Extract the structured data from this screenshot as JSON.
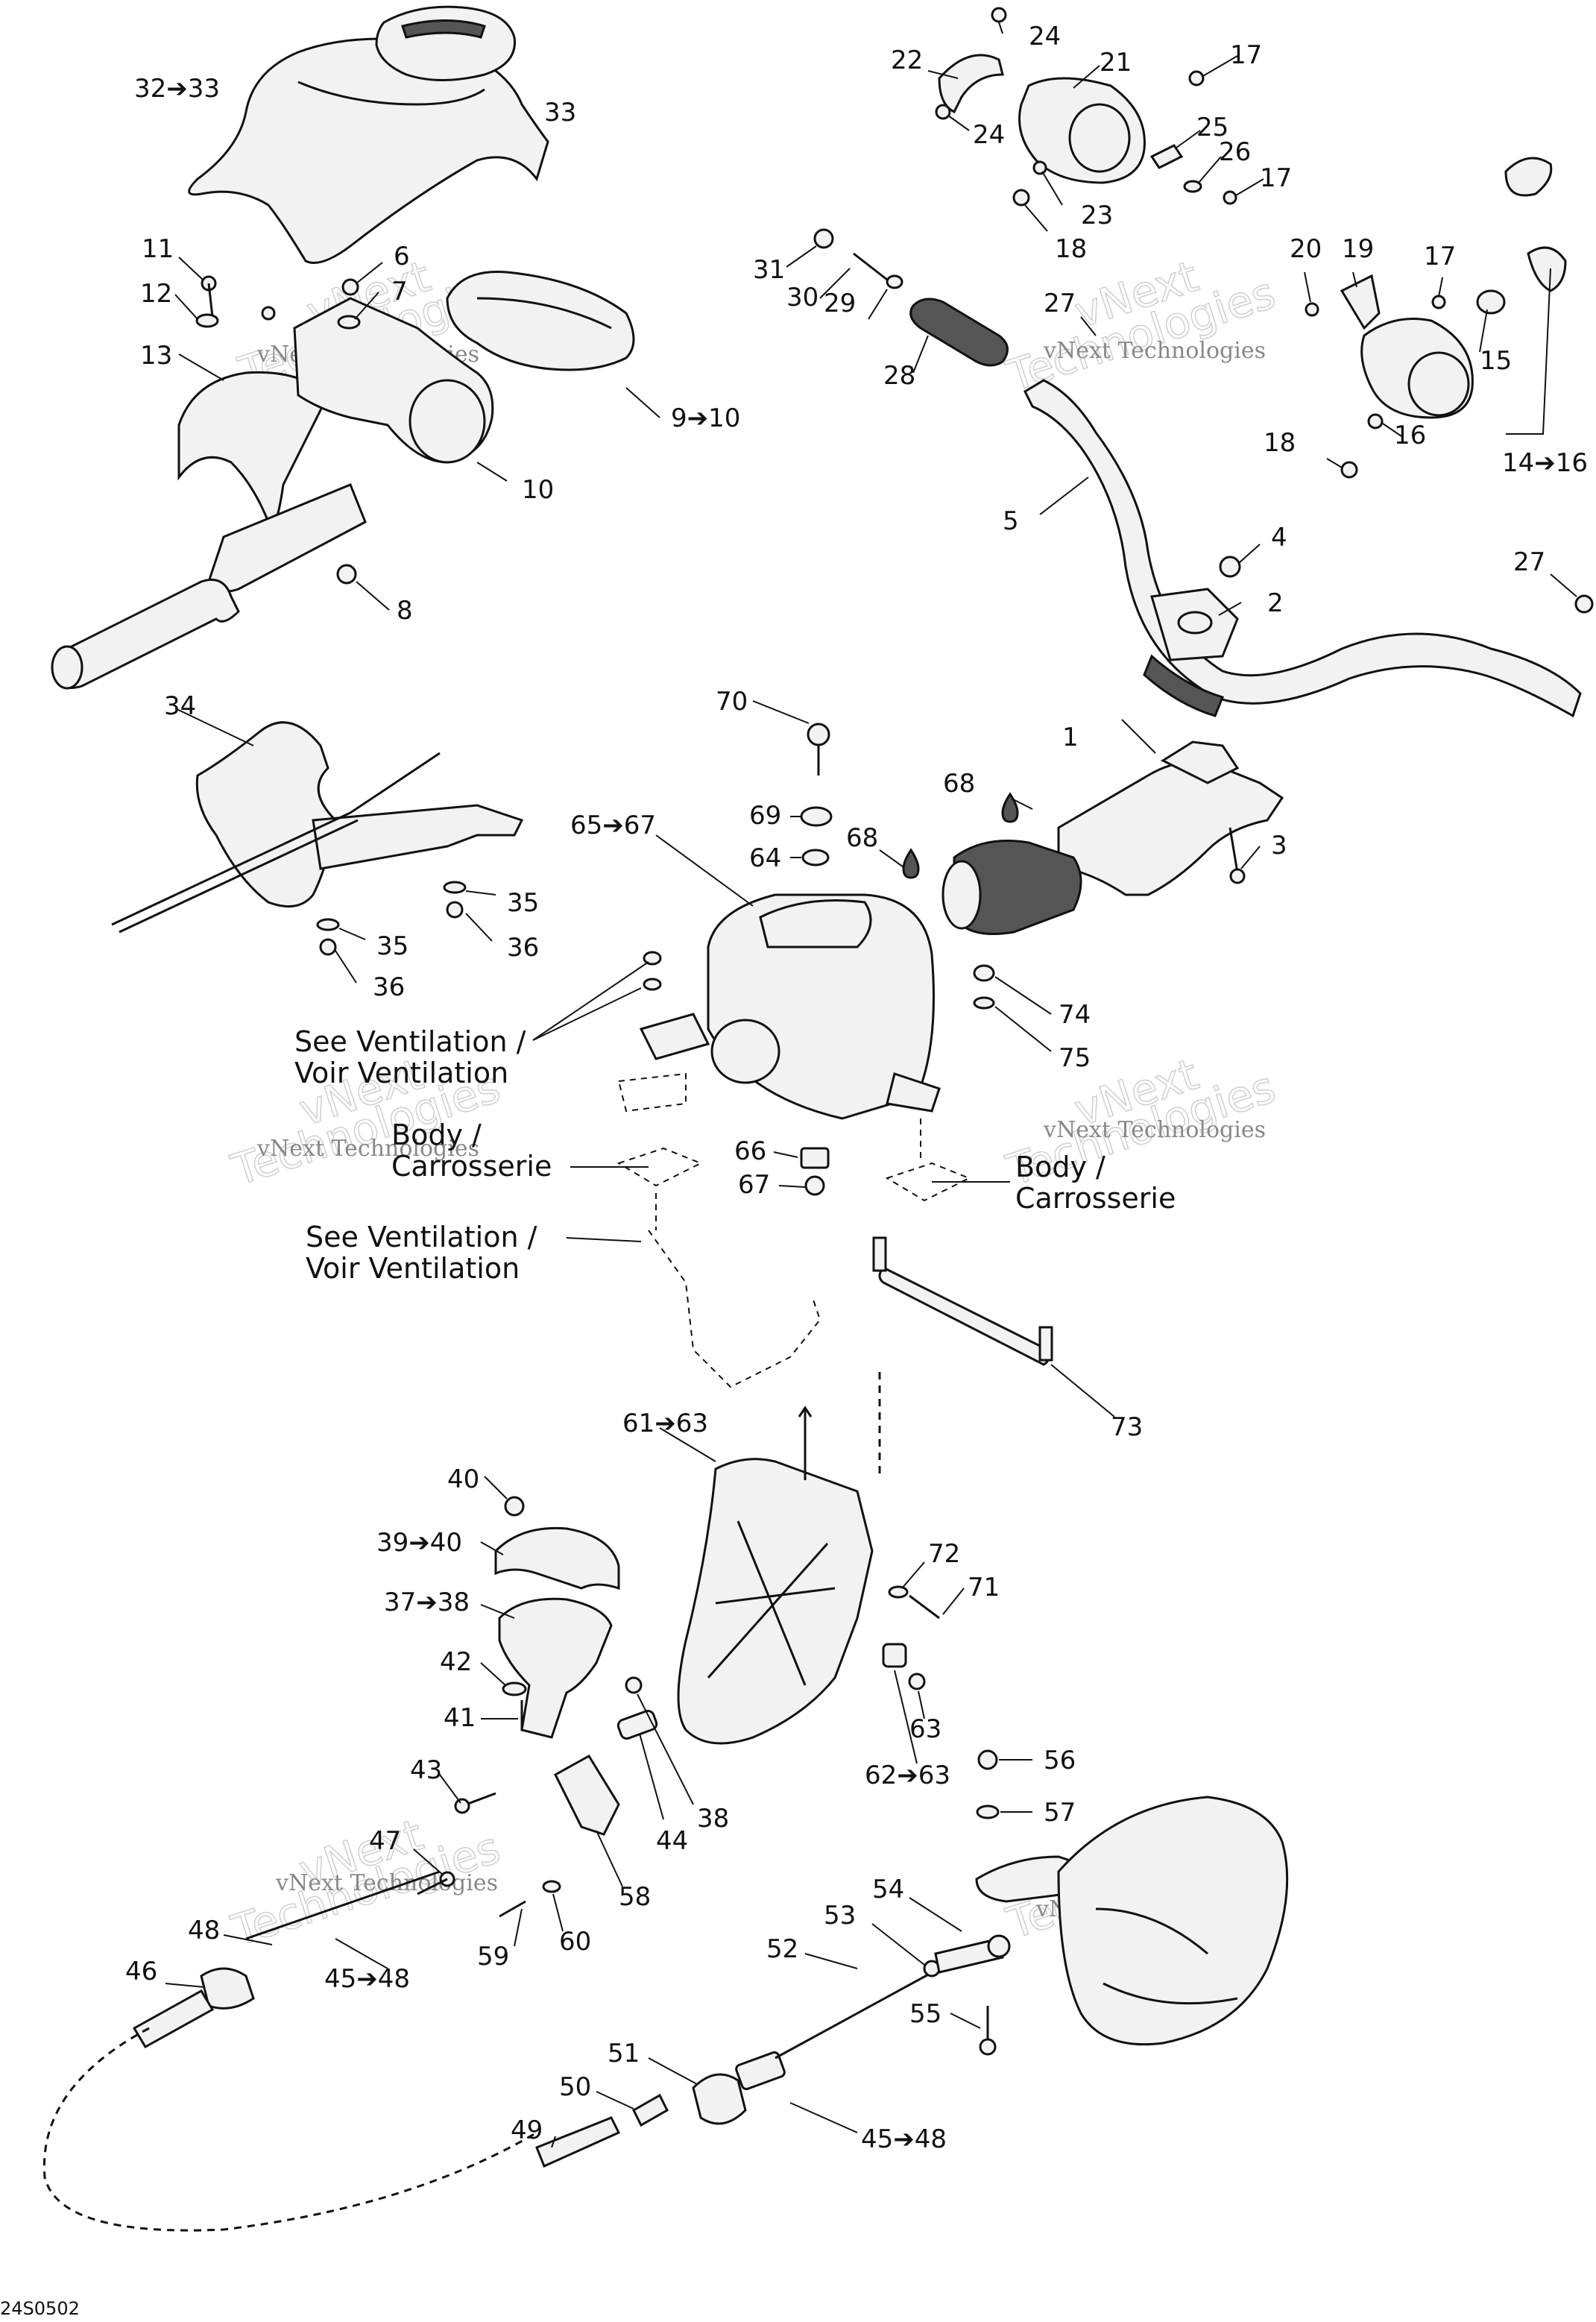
{
  "labels": {
    "l1": "1",
    "l2": "2",
    "l3": "3",
    "l4": "4",
    "l5": "5",
    "l6": "6",
    "l7": "7",
    "l8": "8",
    "l9_10": "9➔10",
    "l10": "10",
    "l11": "11",
    "l12": "12",
    "l13": "13",
    "l14_16": "14➔16",
    "l15": "15",
    "l16": "16",
    "l17a": "17",
    "l17b": "17",
    "l17c": "17",
    "l18a": "18",
    "l18b": "18",
    "l19": "19",
    "l20": "20",
    "l21": "21",
    "l22": "22",
    "l23": "23",
    "l24a": "24",
    "l24b": "24",
    "l25": "25",
    "l26": "26",
    "l27a": "27",
    "l27b": "27",
    "l28": "28",
    "l29": "29",
    "l30": "30",
    "l31": "31",
    "l32_33": "32➔33",
    "l33": "33",
    "l34": "34",
    "l35a": "35",
    "l35b": "35",
    "l36a": "36",
    "l36b": "36",
    "l37_38": "37➔38",
    "l38": "38",
    "l39_40": "39➔40",
    "l40": "40",
    "l41": "41",
    "l42": "42",
    "l43": "43",
    "l44": "44",
    "l45_48a": "45➔48",
    "l45_48b": "45➔48",
    "l46": "46",
    "l47": "47",
    "l48": "48",
    "l49": "49",
    "l50": "50",
    "l51": "51",
    "l52": "52",
    "l53": "53",
    "l54": "54",
    "l55": "55",
    "l56": "56",
    "l57": "57",
    "l58": "58",
    "l59": "59",
    "l60": "60",
    "l61_63": "61➔63",
    "l62_63": "62➔63",
    "l63": "63",
    "l64": "64",
    "l65_67": "65➔67",
    "l66": "66",
    "l67": "67",
    "l68a": "68",
    "l68b": "68",
    "l69": "69",
    "l70": "70",
    "l71": "71",
    "l72": "72",
    "l73": "73",
    "l74": "74",
    "l75": "75"
  },
  "notes": {
    "ventilation_a_line1": "See Ventilation /",
    "ventilation_a_line2": "Voir Ventilation",
    "ventilation_b_line1": "See Ventilation /",
    "ventilation_b_line2": "Voir Ventilation",
    "body_left_line1": "Body /",
    "body_left_line2": "Carrosserie",
    "body_right_line1": "Body /",
    "body_right_line2": "Carrosserie"
  },
  "drawing_code": "24S0502",
  "watermark": {
    "line1": "vNext",
    "line2": "Technologies",
    "small": "vNext Technologies"
  }
}
